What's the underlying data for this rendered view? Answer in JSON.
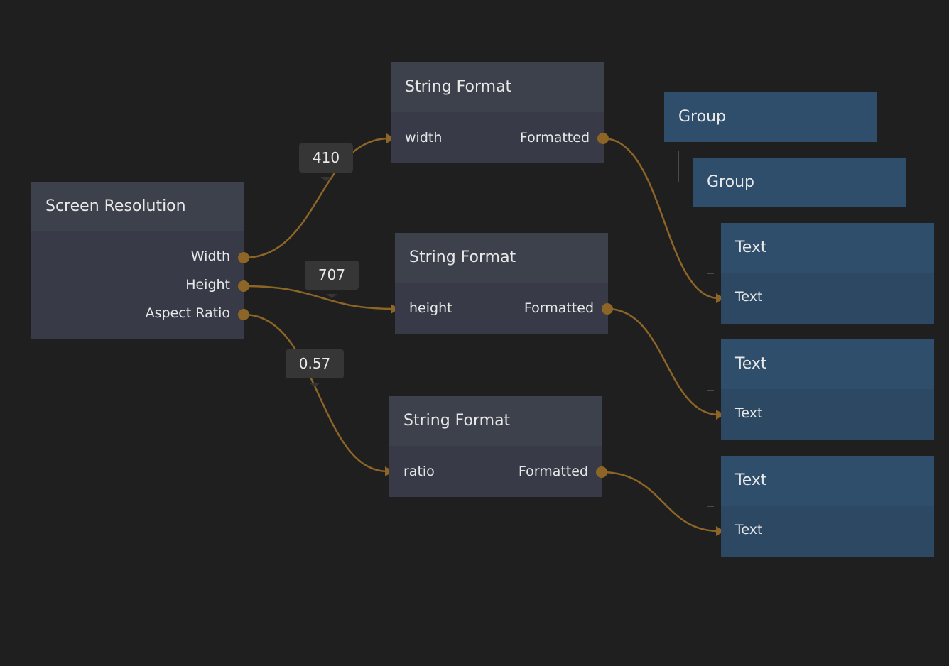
{
  "colors": {
    "background": "#1f1f1f",
    "wire": "#8d6526",
    "logic_header": "#3d414c",
    "logic_body": "#383b47",
    "visual_header": "#2f4e6b",
    "visual_body": "#2c4862"
  },
  "nodes": {
    "screen_resolution": {
      "title": "Screen Resolution",
      "outputs": [
        "Width",
        "Height",
        "Aspect Ratio"
      ]
    },
    "string_format_1": {
      "title": "String Format",
      "input": "width",
      "output": "Formatted"
    },
    "string_format_2": {
      "title": "String Format",
      "input": "height",
      "output": "Formatted"
    },
    "string_format_3": {
      "title": "String Format",
      "input": "ratio",
      "output": "Formatted"
    },
    "group_1": {
      "title": "Group"
    },
    "group_2": {
      "title": "Group"
    },
    "text_1": {
      "title": "Text",
      "input": "Text"
    },
    "text_2": {
      "title": "Text",
      "input": "Text"
    },
    "text_3": {
      "title": "Text",
      "input": "Text"
    }
  },
  "wire_values": {
    "width": "410",
    "height": "707",
    "ratio": "0.57"
  }
}
